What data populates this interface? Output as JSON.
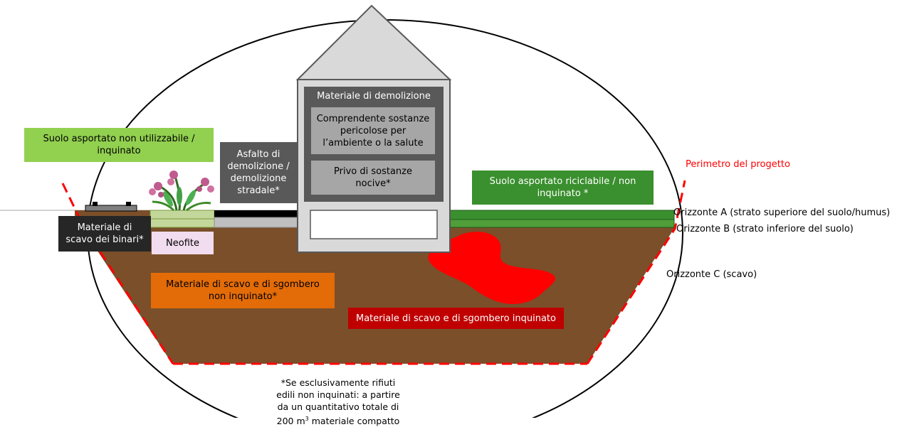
{
  "labels": {
    "suolo_non_utilizzabile": "Suolo asportato non utilizzabile /\ninquinato",
    "asfalto": "Asfalto di\ndemolizione /\ndemolizione\nstradale*",
    "materiale_demolizione": "Materiale di demolizione",
    "sostanze_pericolose": "Comprendente sostanze\npericolose per\nl’ambiente o la salute",
    "privo_sostanze": "Privo di sostanze\nnocive*",
    "suolo_riciclabile": "Suolo asportato riciclabile / non\ninquinato *",
    "perimetro": "Perimetro del progetto",
    "orizzonte_a": "Orizzonte A (strato superiore del suolo/humus)",
    "orizzonte_b": "Orizzonte B (strato inferiore del suolo)",
    "orizzonte_c": "Orizzonte C (scavo)",
    "binari": "Materiale di\nscavo dei binari*",
    "neofite": "Neofite",
    "scavo_non_inquinato": "Materiale di scavo e di sgombero\nnon inquinato*",
    "scavo_inquinato": "Materiale di scavo e di sgombero inquinato"
  },
  "footnote": {
    "line1": "*Se esclusivamente rifiuti edili non inquinati: a partire da un quantitativo totale di 200 m",
    "superscript": "3",
    "line2": " materiale compatto"
  },
  "colors": {
    "soil_brown": "#7a4f2a",
    "light_green": "#92d050",
    "dark_green": "#3a8f2e",
    "orange": "#e36c09",
    "red_label": "#c00000",
    "contaminated_red": "#ff0000",
    "dark_gray": "#595959",
    "mid_gray": "#a6a6a6",
    "building_gray": "#d9d9d9",
    "black_label": "#262626",
    "pink": "#f2dcef",
    "perimeter_red": "#ff0000"
  }
}
